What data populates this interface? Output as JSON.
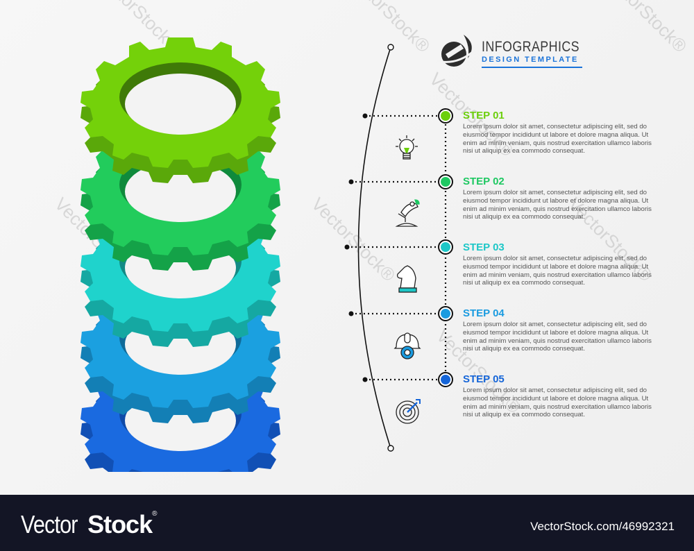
{
  "header": {
    "title": "INFOGRAPHICS",
    "subtitle": "DESIGN TEMPLATE",
    "logo_icon": "rocket-swoosh-icon"
  },
  "colors": {
    "step1": "#6ccf0c",
    "step2": "#1ec862",
    "step3": "#1dc7c7",
    "step4": "#1a9be0",
    "step5": "#1565d8",
    "accent": "#1a73d9",
    "footer_bg": "#131525"
  },
  "gears": [
    {
      "index": 1,
      "color": "#74d10a",
      "shade": "#5aa80a"
    },
    {
      "index": 2,
      "color": "#22cc5c",
      "shade": "#14a248"
    },
    {
      "index": 3,
      "color": "#1fd3cc",
      "shade": "#15a8a2"
    },
    {
      "index": 4,
      "color": "#1ba0e0",
      "shade": "#137fb5"
    },
    {
      "index": 5,
      "color": "#1a6ae0",
      "shade": "#1150b5"
    }
  ],
  "steps": [
    {
      "title": "STEP 01",
      "icon": "lightbulb-icon",
      "color": "#6ccf0c",
      "text": "Lorem ipsum dolor sit amet, consectetur adipiscing elit, sed do eiusmod tempor incididunt ut labore et dolore magna aliqua. Ut enim ad minim veniam, quis nostrud exercitation ullamco laboris nisi ut aliquip ex ea commodo consequat."
    },
    {
      "title": "STEP 02",
      "icon": "microscope-icon",
      "color": "#1ec862",
      "text": "Lorem ipsum dolor sit amet, consectetur adipiscing elit, sed do eiusmod tempor incididunt ut labore et dolore magna aliqua. Ut enim ad minim veniam, quis nostrud exercitation ullamco laboris nisi ut aliquip ex ea commodo consequat."
    },
    {
      "title": "STEP 03",
      "icon": "chess-knight-icon",
      "color": "#1dc7c7",
      "text": "Lorem ipsum dolor sit amet, consectetur adipiscing elit, sed do eiusmod tempor incididunt ut labore et dolore magna aliqua. Ut enim ad minim veniam, quis nostrud exercitation ullamco laboris nisi ut aliquip ex ea commodo consequat."
    },
    {
      "title": "STEP 04",
      "icon": "helmet-gear-icon",
      "color": "#1a9be0",
      "text": "Lorem ipsum dolor sit amet, consectetur adipiscing elit, sed do eiusmod tempor incididunt ut labore et dolore magna aliqua. Ut enim ad minim veniam, quis nostrud exercitation ullamco laboris nisi ut aliquip ex ea commodo consequat."
    },
    {
      "title": "STEP 05",
      "icon": "target-dart-icon",
      "color": "#1565d8",
      "text": "Lorem ipsum dolor sit amet, consectetur adipiscing elit, sed do eiusmod tempor incididunt ut labore et dolore magna aliqua. Ut enim ad minim veniam, quis nostrud exercitation ullamco laboris nisi ut aliquip ex ea commodo consequat."
    }
  ],
  "footer": {
    "brand_light": "Vector",
    "brand_bold": "Stock",
    "brand_mark": "®",
    "url": "VectorStock.com/46992321"
  },
  "watermark": "VectorStock®"
}
